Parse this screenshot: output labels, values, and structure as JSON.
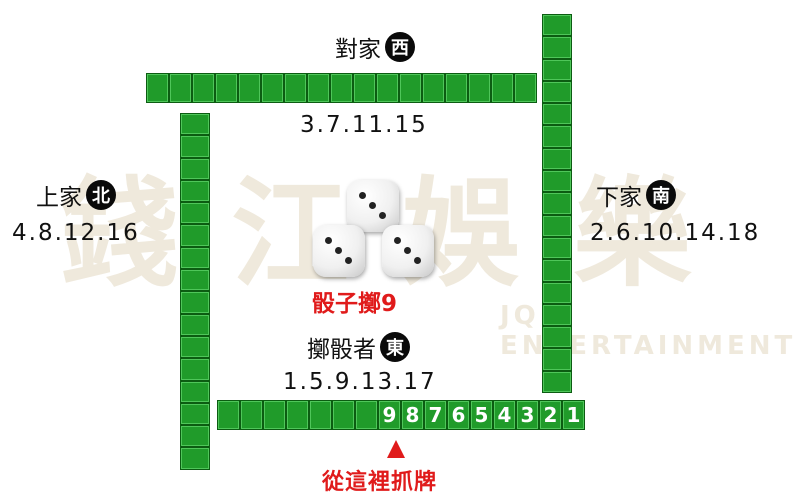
{
  "watermark": {
    "big": "錢 江 娛 樂",
    "small": "JQ ENTERTAINMENT"
  },
  "colors": {
    "tile": "#209b2a",
    "accent": "#e01b1b",
    "badge": "#0a0a0a"
  },
  "west": {
    "label": "對家",
    "badge": "西",
    "sequence": "3.7.11.15"
  },
  "north": {
    "label": "上家",
    "badge": "北",
    "sequence": "4.8.12.16"
  },
  "south": {
    "label": "下家",
    "badge": "南",
    "sequence": "2.6.10.14.18"
  },
  "east": {
    "label": "擲骰者",
    "badge": "東",
    "sequence": "1.5.9.13.17"
  },
  "dice_result": "骰子擲9",
  "wall_numbers": [
    "9",
    "8",
    "7",
    "6",
    "5",
    "4",
    "3",
    "2",
    "1"
  ],
  "start_text": "從這裡抓牌"
}
